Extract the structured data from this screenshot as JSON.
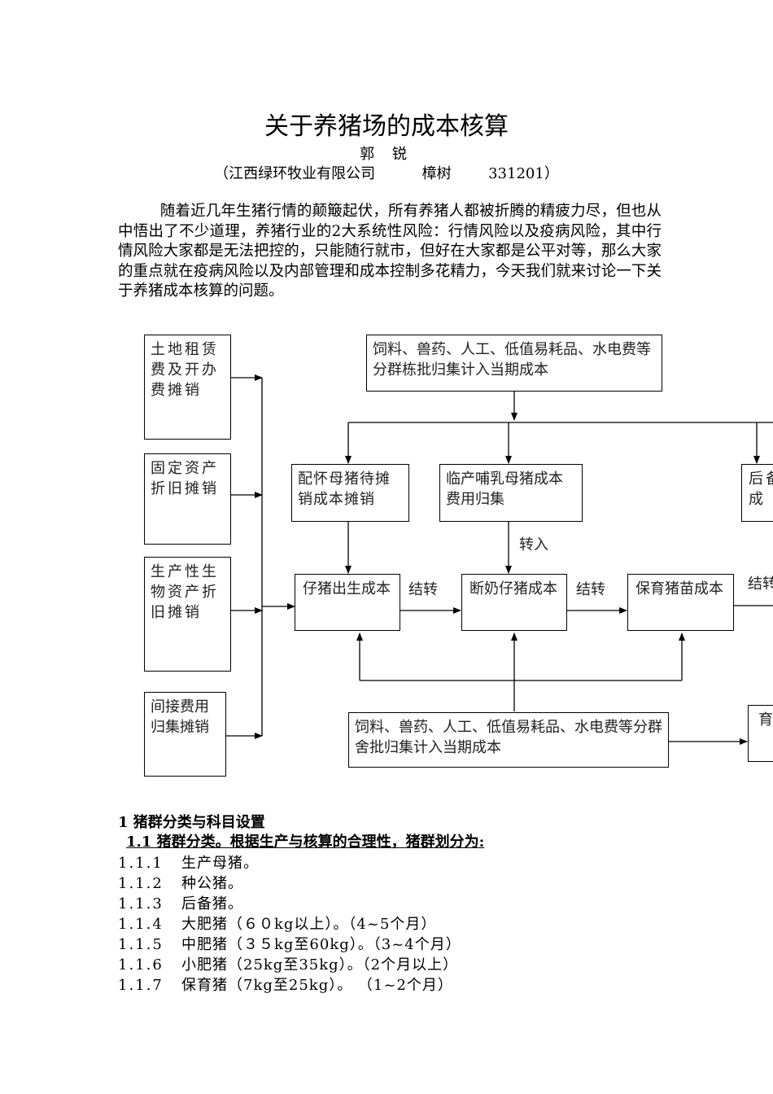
{
  "title": "关于养猪场的成本核算",
  "author": "郭 锐",
  "affiliation": {
    "company": "（江西绿环牧业有限公司",
    "city": "樟树",
    "postcode": "331201）"
  },
  "intro_text": "随着近几年生猪行情的颠簸起伏，所有养猪人都被折腾的精疲力尽，但也从中悟出了不少道理，养猪行业的2大系统性风险：行情风险以及疫病风险，其中行情风险大家都是无法把控的，只能随行就市，但好在大家都是公平对等，那么大家的重点就在疫病风险以及内部管理和成本控制多花精力，今天我们就来讨论一下关于养猪成本核算的问题。",
  "diagram": {
    "left_boxes": [
      "土地租赁费及开办费摊销",
      "固定资产折旧摊销",
      "生产性生物资产折旧摊销",
      "间接费用归集摊销"
    ],
    "top_cost_box": "饲料、兽药、人工、低值易耗品、水电费等分群栋批归集计入当期成本",
    "bottom_cost_box": "饲料、兽药、人工、低值易耗品、水电费等分群舍批归集计入当期成本",
    "mid_boxes": [
      "配怀母猪待摊销成本摊销",
      "临产哺乳母猪成本费用归集"
    ],
    "cut_box_top": "后备成",
    "flow_boxes": [
      "仔猪出生成本",
      "断奶仔猪成本",
      "保育猪苗成本"
    ],
    "cut_box_bottom": "育成",
    "labels": {
      "transfer_in": "转入",
      "carry_1": "结转",
      "carry_2": "结转",
      "carry_3": "结转"
    }
  },
  "section": {
    "heading": "1 猪群分类与科目设置",
    "subheading": "1.1 猪群分类。根据生产与核算的合理性，猪群划分为:",
    "items": [
      {
        "num": "1.1.1",
        "text": "生产母猪。"
      },
      {
        "num": "1.1.2",
        "text": "种公猪。"
      },
      {
        "num": "1.1.3",
        "text": "后备猪。"
      },
      {
        "num": "1.1.4",
        "text": "大肥猪（６０kg以上）。（4~5个月）"
      },
      {
        "num": "1.1.5",
        "text": "中肥猪（３５kg至60kg）。（3~4个月）"
      },
      {
        "num": "1.1.6",
        "text": "小肥猪（25kg至35kg）。（2个月以上）"
      },
      {
        "num": "1.1.7",
        "text": "保育猪（7kg至25kg）。 （1~2个月）"
      }
    ]
  }
}
